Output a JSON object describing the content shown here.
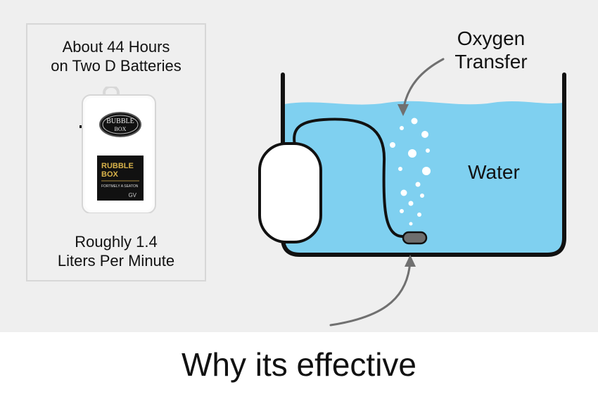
{
  "info_card": {
    "runtime_line1": "About 44 Hours",
    "runtime_line2": "on Two D Batteries",
    "flow_line1": "Roughly 1.4",
    "flow_line2": "Liters Per Minute"
  },
  "pump_device": {
    "logo_line1": "BUBBLE",
    "logo_line2": "BOX",
    "label_line1": "RUBBLE",
    "label_line2": "BOX",
    "label_subtext": "FORTMELY A SEATON",
    "label_mark": "GV"
  },
  "diagram": {
    "oxygen_label_line1": "Oxygen",
    "oxygen_label_line2": "Transfer",
    "water_label": "Water"
  },
  "caption": "Why its effective",
  "colors": {
    "background": "#efefef",
    "water": "#7fd0f0",
    "label_black": "#111111",
    "label_gold": "#d8b24a",
    "air_stone": "#6e6e6e",
    "arrow": "#707070"
  }
}
